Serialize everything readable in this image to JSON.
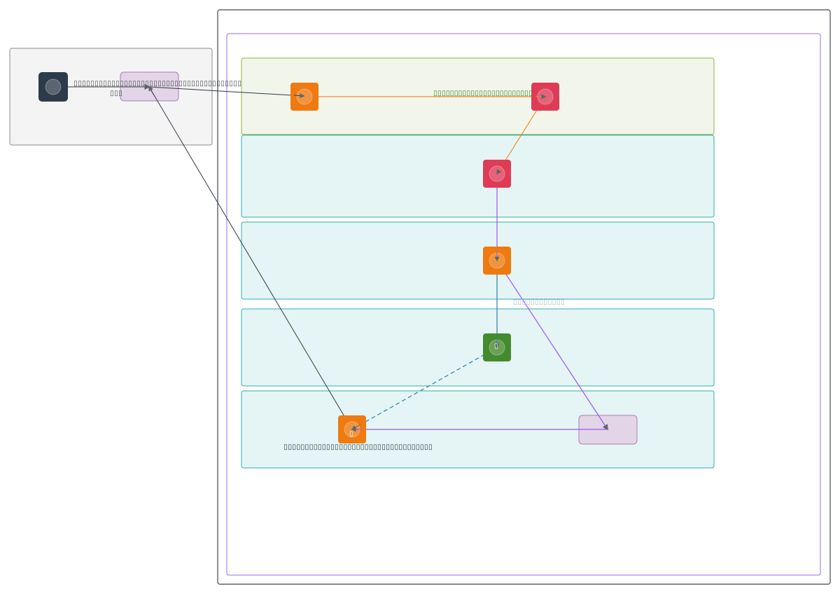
{
  "diagram": {
    "type": "architecture-flow",
    "groups": [
      {
        "id": "external",
        "label": "",
        "fill": "#f4f4f4",
        "stroke": "#8c8c8c"
      },
      {
        "id": "outer",
        "label": "",
        "fill": "#ffffff",
        "stroke": "#3d4650"
      },
      {
        "id": "inner",
        "label": "",
        "fill": "#ffffff",
        "stroke": "#9a6cf0"
      },
      {
        "id": "tier-1",
        "label": "",
        "fill": "#f2f6ea",
        "stroke": "#8eb03c"
      },
      {
        "id": "tier-2",
        "label": "",
        "fill": "#e5f5f5",
        "stroke": "#2bb0b0"
      },
      {
        "id": "tier-3",
        "label": "",
        "fill": "#e5f5f5",
        "stroke": "#2bb0b0"
      },
      {
        "id": "tier-4",
        "label": "",
        "fill": "#e5f5f5",
        "stroke": "#2bb0b0"
      },
      {
        "id": "tier-5",
        "label": "",
        "fill": "#e5f5f5",
        "stroke": "#2bb0b0"
      }
    ],
    "nodes": [
      {
        "id": "user",
        "kind": "icon",
        "color": "#2d3a4a",
        "icon": "user-icon",
        "label": ""
      },
      {
        "id": "ext-box",
        "kind": "box",
        "color": "#e2d5e8",
        "label": ""
      },
      {
        "id": "orange-1",
        "kind": "icon",
        "color": "#ee7a10",
        "icon": "service-icon",
        "label": "▯"
      },
      {
        "id": "red-1",
        "kind": "icon",
        "color": "#df3b57",
        "icon": "service-icon",
        "label": "▯"
      },
      {
        "id": "red-2",
        "kind": "icon",
        "color": "#df3b57",
        "icon": "service-icon",
        "label": ""
      },
      {
        "id": "orange-2",
        "kind": "icon",
        "color": "#ee7a10",
        "icon": "service-icon",
        "label": ""
      },
      {
        "id": "green-1",
        "kind": "icon",
        "color": "#448a2e",
        "icon": "service-icon",
        "label": "▯"
      },
      {
        "id": "orange-3",
        "kind": "icon",
        "color": "#ee7a10",
        "icon": "service-icon",
        "label": "▯"
      },
      {
        "id": "inner-box",
        "kind": "box",
        "color": "#e2d5e8",
        "label": ""
      }
    ],
    "edges": [
      {
        "from": "user",
        "to": "ext-box",
        "color": "#555f6b",
        "style": "solid",
        "label": "▯▯▯▯▯▯▯▯▯▯▯▯▯▯▯▯▯▯▯▯▯▯▯▯▯▯▯▯▯▯▯▯▯▯▯▯▯▯▯▯",
        "label2": "▯▯▯",
        "label_color": "#555555"
      },
      {
        "from": "ext-box",
        "to": "orange-1",
        "color": "#2d3a4a",
        "style": "solid",
        "label": ""
      },
      {
        "from": "orange-1",
        "to": "red-1",
        "color": "#f08a30",
        "style": "solid",
        "label": "▯▯▯▯▯▯▯▯▯▯▯▯▯▯▯▯▯▯▯▯▯▯▯▯",
        "label_color": "#3c8c2c"
      },
      {
        "from": "red-1",
        "to": "red-2",
        "color": "#ee7a10",
        "style": "solid",
        "label": ""
      },
      {
        "from": "red-2",
        "to": "orange-2",
        "color": "#9a55f0",
        "style": "solid",
        "label": ""
      },
      {
        "from": "orange-2",
        "to": "green-1",
        "color": "#2d7ea8",
        "style": "solid",
        "label": "▯▯▯▯▯▯▯▯▯▯▯▯",
        "label_color": "#b8c2c8"
      },
      {
        "from": "orange-2",
        "to": "inner-box",
        "color": "#9a55f0",
        "style": "solid",
        "label": ""
      },
      {
        "from": "green-1",
        "to": "orange-3",
        "color": "#2d7ea8",
        "style": "dashed",
        "label": ""
      },
      {
        "from": "inner-box",
        "to": "orange-3",
        "color": "#9a55f0",
        "style": "solid",
        "label": ""
      },
      {
        "from": "orange-3",
        "to": "ext-box",
        "color": "#2d3a4a",
        "style": "solid",
        "label": ""
      }
    ],
    "node_label_below_orange3": "▯▯▯▯▯▯▯▯▯▯▯▯▯▯▯▯▯▯▯▯▯▯▯▯▯▯▯▯▯▯▯▯▯▯▯"
  }
}
